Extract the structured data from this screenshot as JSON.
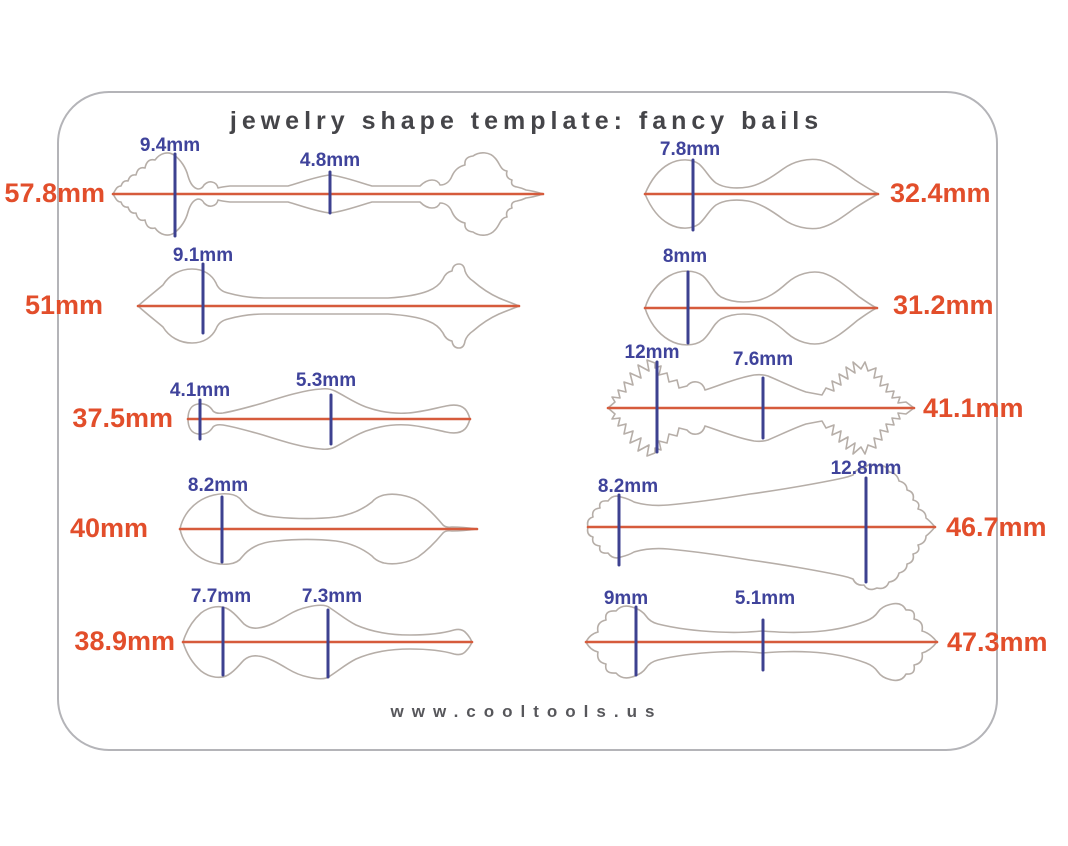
{
  "title": "jewelry shape template: fancy bails",
  "footer": "www.cooltools.us",
  "colors": {
    "length_line": "#d65b3c",
    "length_label": "#e24e2b",
    "width_line": "#3d4190",
    "width_label": "#3f439b",
    "outline": "#b6aea8",
    "frame": "#b4b4b8",
    "title": "#454549",
    "footer": "#57575b"
  },
  "shapes": [
    {
      "length": "57.8mm",
      "width1": "9.4mm",
      "width2": "4.8mm"
    },
    {
      "length": "51mm",
      "width1": "9.1mm"
    },
    {
      "length": "37.5mm",
      "width1": "4.1mm",
      "width2": "5.3mm"
    },
    {
      "length": "40mm",
      "width1": "8.2mm"
    },
    {
      "length": "38.9mm",
      "width1": "7.7mm",
      "width2": "7.3mm"
    },
    {
      "length": "32.4mm",
      "width1": "7.8mm"
    },
    {
      "length": "31.2mm",
      "width1": "8mm"
    },
    {
      "length": "41.1mm",
      "width1": "12mm",
      "width2": "7.6mm"
    },
    {
      "length": "46.7mm",
      "width1": "8.2mm",
      "width2": "12.8mm"
    },
    {
      "length": "47.3mm",
      "width1": "9mm",
      "width2": "5.1mm"
    }
  ]
}
